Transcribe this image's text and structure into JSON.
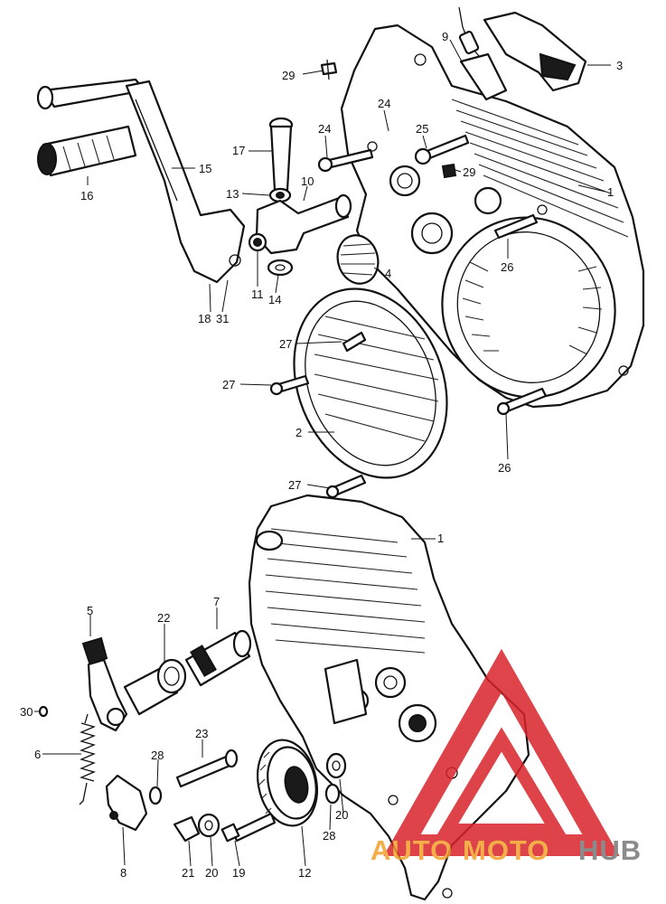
{
  "callouts": [
    {
      "id": "c29a",
      "text": "29"
    },
    {
      "id": "c9",
      "text": "9"
    },
    {
      "id": "c3",
      "text": "3"
    },
    {
      "id": "c24a",
      "text": "24"
    },
    {
      "id": "c24b",
      "text": "24"
    },
    {
      "id": "c25",
      "text": "25"
    },
    {
      "id": "c17",
      "text": "17"
    },
    {
      "id": "c15",
      "text": "15"
    },
    {
      "id": "c16",
      "text": "16"
    },
    {
      "id": "c13",
      "text": "13"
    },
    {
      "id": "c10",
      "text": "10"
    },
    {
      "id": "c29b",
      "text": "29"
    },
    {
      "id": "c1a",
      "text": "1"
    },
    {
      "id": "c26a",
      "text": "26"
    },
    {
      "id": "c4",
      "text": "4"
    },
    {
      "id": "c11",
      "text": "11"
    },
    {
      "id": "c14",
      "text": "14"
    },
    {
      "id": "c18",
      "text": "18"
    },
    {
      "id": "c31",
      "text": "31"
    },
    {
      "id": "c27a",
      "text": "27"
    },
    {
      "id": "c27b",
      "text": "27"
    },
    {
      "id": "c2",
      "text": "2"
    },
    {
      "id": "c26b",
      "text": "26"
    },
    {
      "id": "c27c",
      "text": "27"
    },
    {
      "id": "c1b",
      "text": "1"
    },
    {
      "id": "c5",
      "text": "5"
    },
    {
      "id": "c22",
      "text": "22"
    },
    {
      "id": "c7",
      "text": "7"
    },
    {
      "id": "c30",
      "text": "30"
    },
    {
      "id": "c6",
      "text": "6"
    },
    {
      "id": "c23",
      "text": "23"
    },
    {
      "id": "c28a",
      "text": "28"
    },
    {
      "id": "c28b",
      "text": "28"
    },
    {
      "id": "c20a",
      "text": "20"
    },
    {
      "id": "c20b",
      "text": "20"
    },
    {
      "id": "c8",
      "text": "8"
    },
    {
      "id": "c21",
      "text": "21"
    },
    {
      "id": "c19",
      "text": "19"
    },
    {
      "id": "c12",
      "text": "12"
    }
  ],
  "watermark": {
    "part1": "AUTO",
    "part2": "MOTO",
    "part3": "HUB",
    "color_orange": "#f2a12a",
    "color_red": "#d8232a",
    "color_gray": "#777777"
  }
}
